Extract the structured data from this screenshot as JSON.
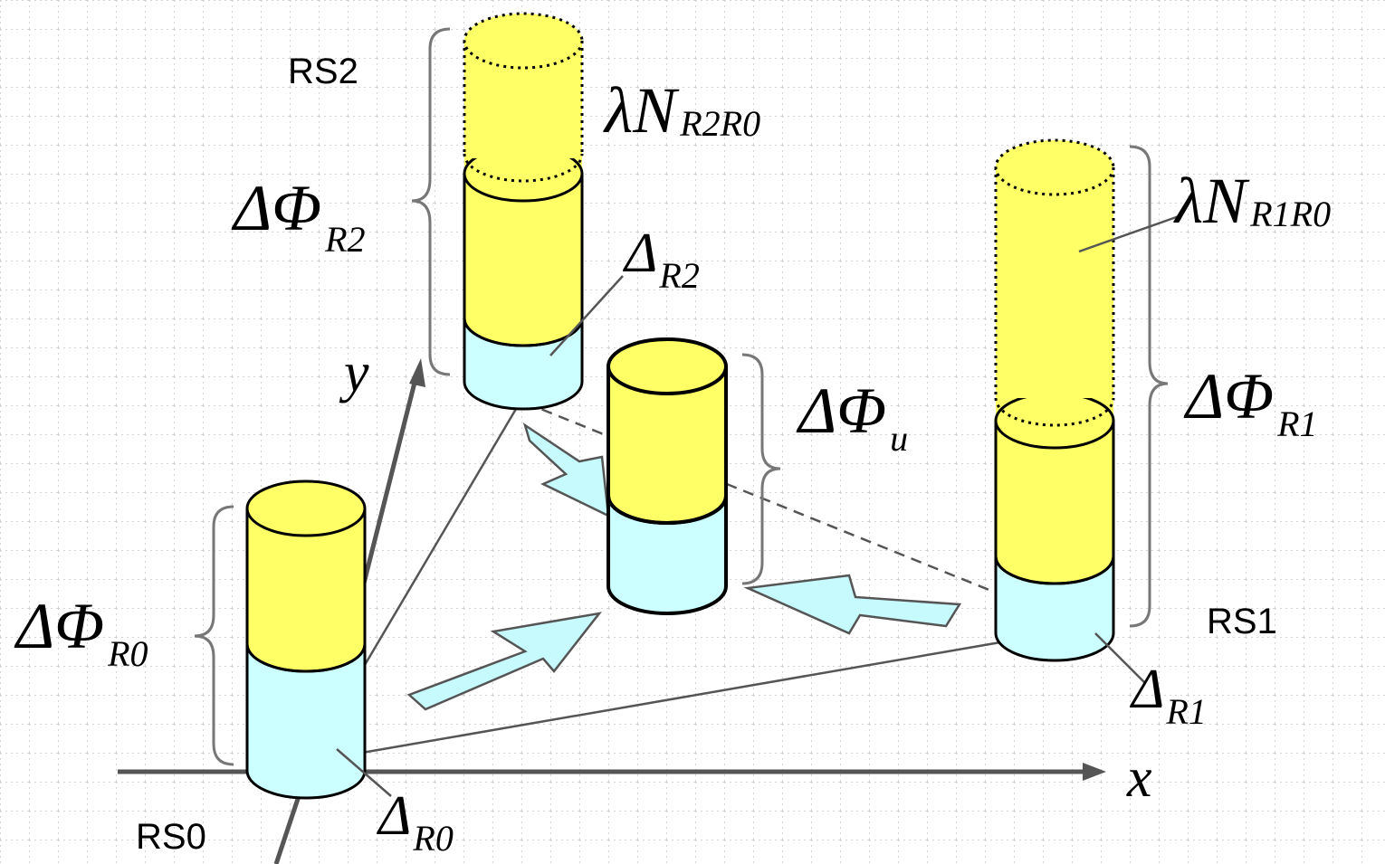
{
  "stations": {
    "rs0": "RS0",
    "rs1": "RS1",
    "rs2": "RS2"
  },
  "axes": {
    "x": "x",
    "y": "y"
  },
  "labels": {
    "dphi_r0": {
      "main": "ΔΦ",
      "sub": "R0"
    },
    "dphi_r1": {
      "main": "ΔΦ",
      "sub": "R1"
    },
    "dphi_r2": {
      "main": "ΔΦ",
      "sub": "R2"
    },
    "dphi_u": {
      "main": "ΔΦ",
      "sub": "u"
    },
    "delta_r0": {
      "main": "Δ",
      "sub": "R0"
    },
    "delta_r1": {
      "main": "Δ",
      "sub": "R1"
    },
    "delta_r2": {
      "main": "Δ",
      "sub": "R2"
    },
    "lambda_n_r1r0": {
      "main": "λN",
      "sub": "R1R0"
    },
    "lambda_n_r2r0": {
      "main": "λN",
      "sub": "R2R0"
    }
  },
  "colors": {
    "yellow": "#ffff66",
    "cyan": "#ccffff",
    "arrow": "#c6fafd",
    "grid": "#d7d7d7"
  }
}
